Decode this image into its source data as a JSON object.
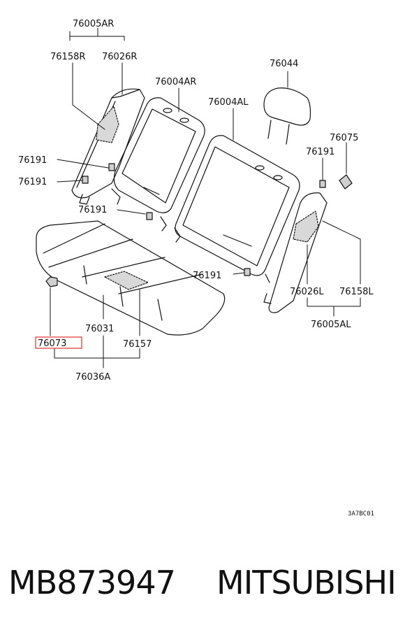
{
  "diagram": {
    "labels": {
      "p76005AR": "76005AR",
      "p76158R": "76158R",
      "p76026R": "76026R",
      "p76004AR": "76004AR",
      "p76044": "76044",
      "p76004AL": "76004AL",
      "p76075": "76075",
      "p76191_right": "76191",
      "p76191_a": "76191",
      "p76191_b": "76191",
      "p76191_c": "76191",
      "p76191_d": "76191",
      "p76026L": "76026L",
      "p76158L": "76158L",
      "p76005AL": "76005AL",
      "p76031": "76031",
      "p76157": "76157",
      "p76073": "76073",
      "p76036A": "76036A"
    },
    "highlighted_part": "76073",
    "highlight_color": "#e03030",
    "drawing_code": "3A7BC01"
  },
  "footer": {
    "part_number": "MB873947",
    "brand": "MITSUBISHI"
  }
}
